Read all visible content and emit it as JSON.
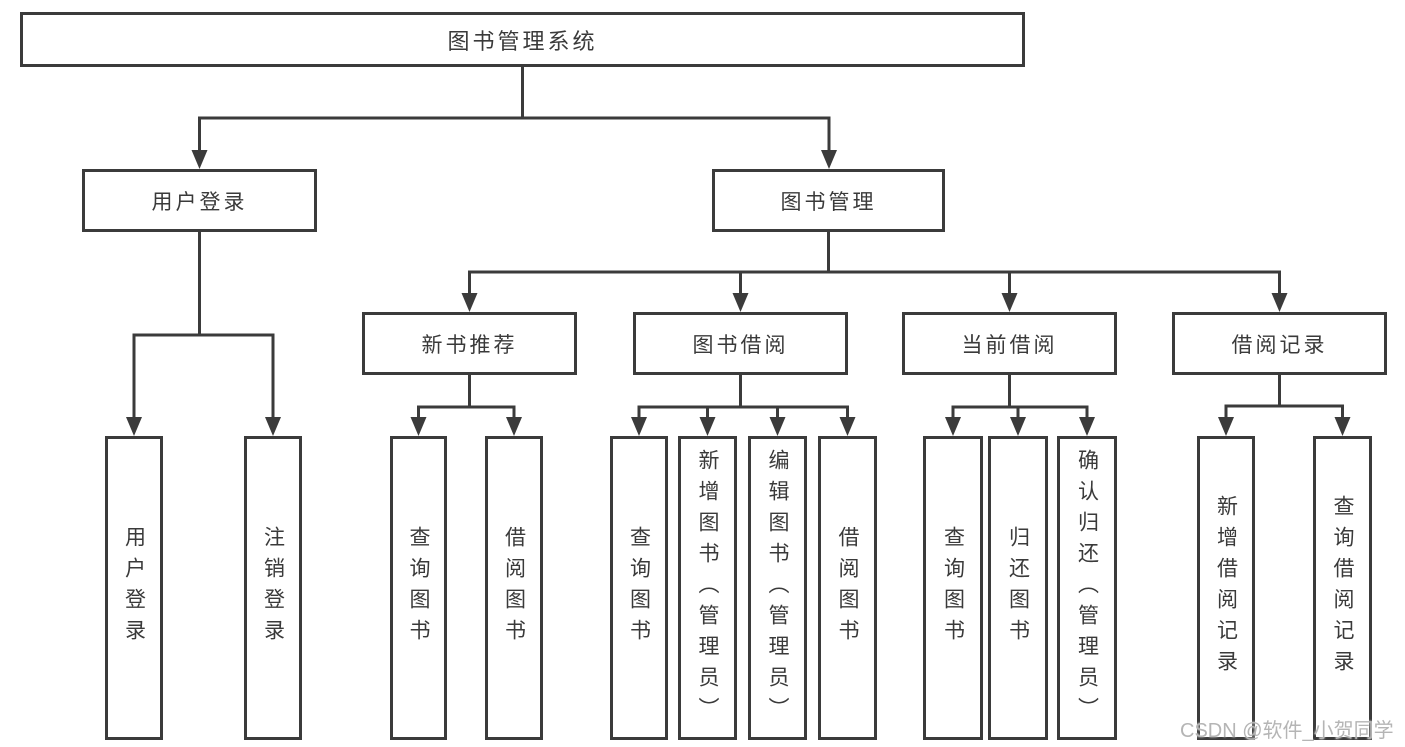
{
  "diagram": {
    "root": {
      "label": "图书管理系统"
    },
    "level2": [
      {
        "label": "用户登录"
      },
      {
        "label": "图书管理"
      }
    ],
    "level3": [
      {
        "label": "新书推荐"
      },
      {
        "label": "图书借阅"
      },
      {
        "label": "当前借阅"
      },
      {
        "label": "借阅记录"
      }
    ],
    "leaves": [
      {
        "parent": "用户登录",
        "label": "用户登录"
      },
      {
        "parent": "用户登录",
        "label": "注销登录"
      },
      {
        "parent": "新书推荐",
        "label": "查询图书"
      },
      {
        "parent": "新书推荐",
        "label": "借阅图书"
      },
      {
        "parent": "图书借阅",
        "label": "查询图书"
      },
      {
        "parent": "图书借阅",
        "label": "新增图书（管理员）"
      },
      {
        "parent": "图书借阅",
        "label": "编辑图书（管理员）"
      },
      {
        "parent": "图书借阅",
        "label": "借阅图书"
      },
      {
        "parent": "当前借阅",
        "label": "查询图书"
      },
      {
        "parent": "当前借阅",
        "label": "归还图书"
      },
      {
        "parent": "当前借阅",
        "label": "确认归还（管理员）"
      },
      {
        "parent": "借阅记录",
        "label": "新增借阅记录"
      },
      {
        "parent": "借阅记录",
        "label": "查询借阅记录"
      }
    ],
    "watermark": "CSDN @软件_小贺同学",
    "colors": {
      "line": "#3b3b3b",
      "text": "#3a3a3a",
      "watermark": "#b5b5b5",
      "background": "#ffffff"
    }
  }
}
